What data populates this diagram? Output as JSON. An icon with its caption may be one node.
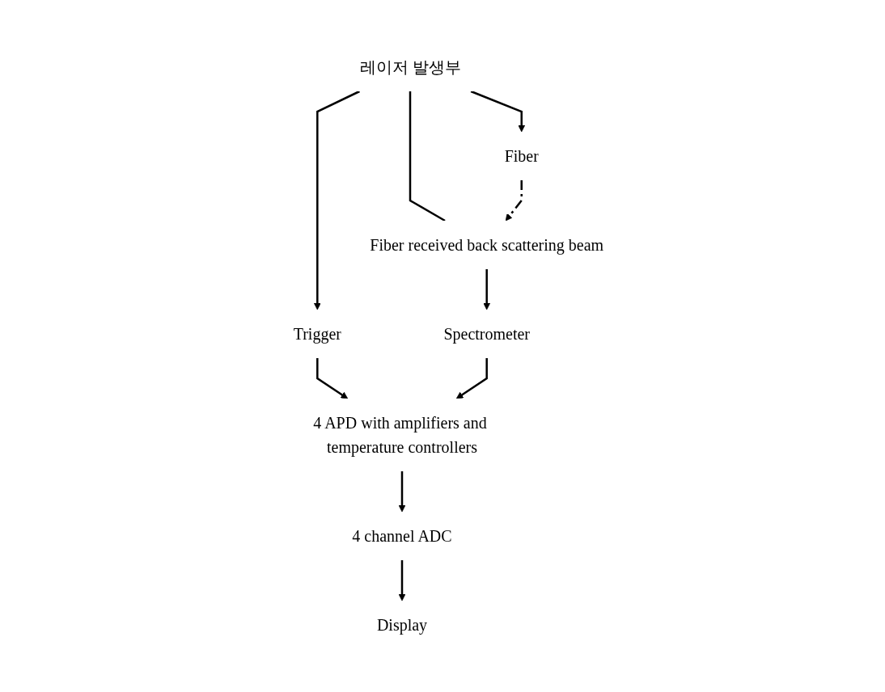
{
  "diagram": {
    "nodes": [
      {
        "text": [
          "레이저 발생부"
        ]
      },
      {
        "text": [
          "Trigger"
        ]
      },
      {
        "text": [
          "Fiber received back scattering beam"
        ]
      },
      {
        "text": [
          "Fiber"
        ]
      },
      {
        "text": [
          "Spectrometer"
        ]
      },
      {
        "text": [
          "4 APD with amplifiers and temperature controllers"
        ]
      },
      {
        "text": [
          "4 channel ADC"
        ]
      },
      {
        "text": [
          "Display"
        ]
      }
    ],
    "edges": [
      {
        "from": 0,
        "to": 1,
        "arrow": "to"
      },
      {
        "from": 0,
        "to": 2,
        "arrow": "none"
      },
      {
        "from": 0,
        "to": 3,
        "arrow": "to"
      },
      {
        "from": 3,
        "to": 2,
        "arrow": "to",
        "style": "dashed"
      },
      {
        "from": 2,
        "to": 4,
        "arrow": "to"
      },
      {
        "from": 1,
        "to": 5,
        "arrow": "to"
      },
      {
        "from": 4,
        "to": 5,
        "arrow": "to"
      },
      {
        "from": 5,
        "to": 6,
        "arrow": "to"
      },
      {
        "from": 6,
        "to": 7,
        "arrow": "to"
      }
    ]
  }
}
